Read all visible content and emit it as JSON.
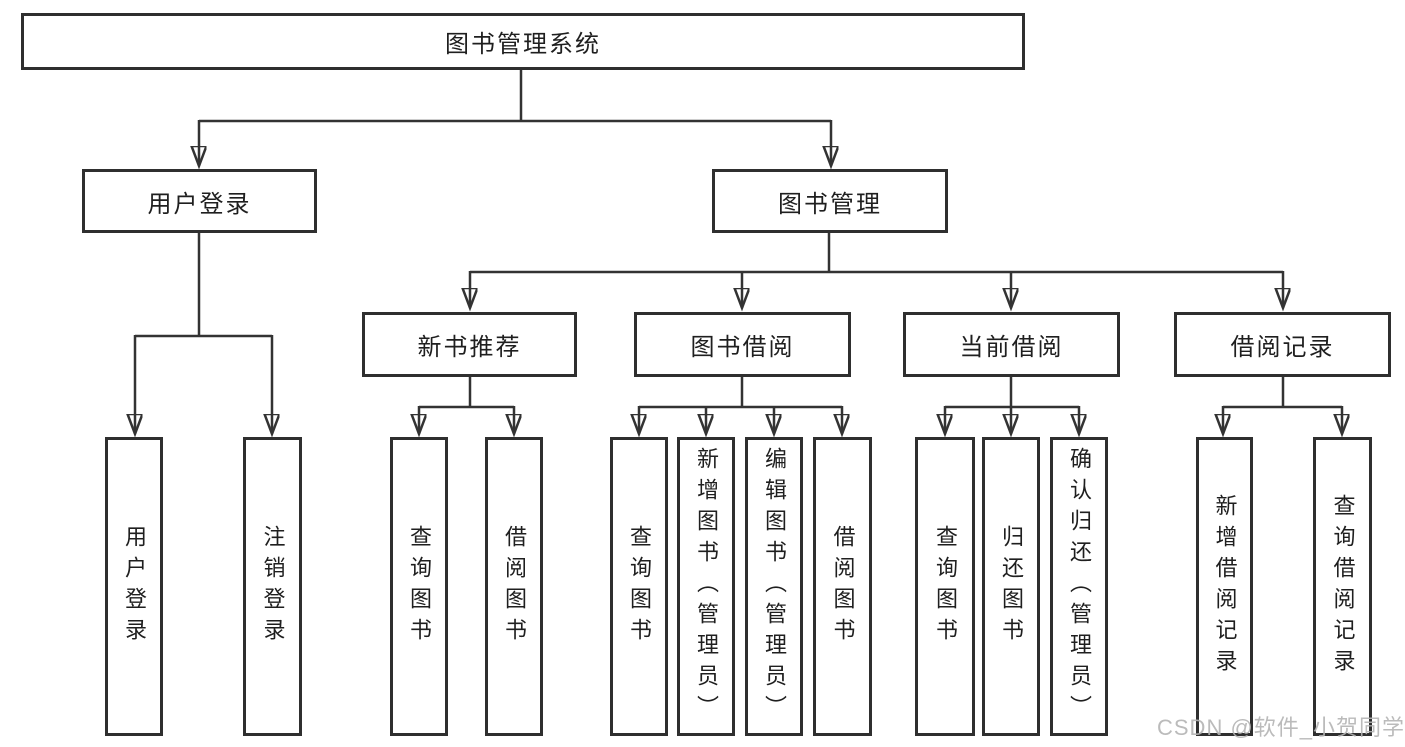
{
  "diagram": {
    "root": {
      "label": "图书管理系统"
    },
    "level2": [
      {
        "label": "用户登录"
      },
      {
        "label": "图书管理"
      }
    ],
    "level3": [
      {
        "label": "新书推荐"
      },
      {
        "label": "图书借阅"
      },
      {
        "label": "当前借阅"
      },
      {
        "label": "借阅记录"
      }
    ],
    "leaves": {
      "user_login": [
        "用户登录",
        "注销登录"
      ],
      "new_book_recommend": [
        "查询图书",
        "借阅图书"
      ],
      "book_borrowing": [
        "查询图书",
        "新增图书（管理员）",
        "编辑图书（管理员）",
        "借阅图书"
      ],
      "current_borrowing": [
        "查询图书",
        "归还图书",
        "确认归还（管理员）"
      ],
      "borrow_records": [
        "新增借阅记录",
        "查询借阅记录"
      ]
    }
  },
  "watermark": {
    "text": "CSDN @软件_小贺同学"
  },
  "colors": {
    "line": "#333333",
    "box_border": "#2f2f2f",
    "box_fill": "#ffffff",
    "text": "#1f1f1f",
    "watermark": "#b4b4b4"
  }
}
